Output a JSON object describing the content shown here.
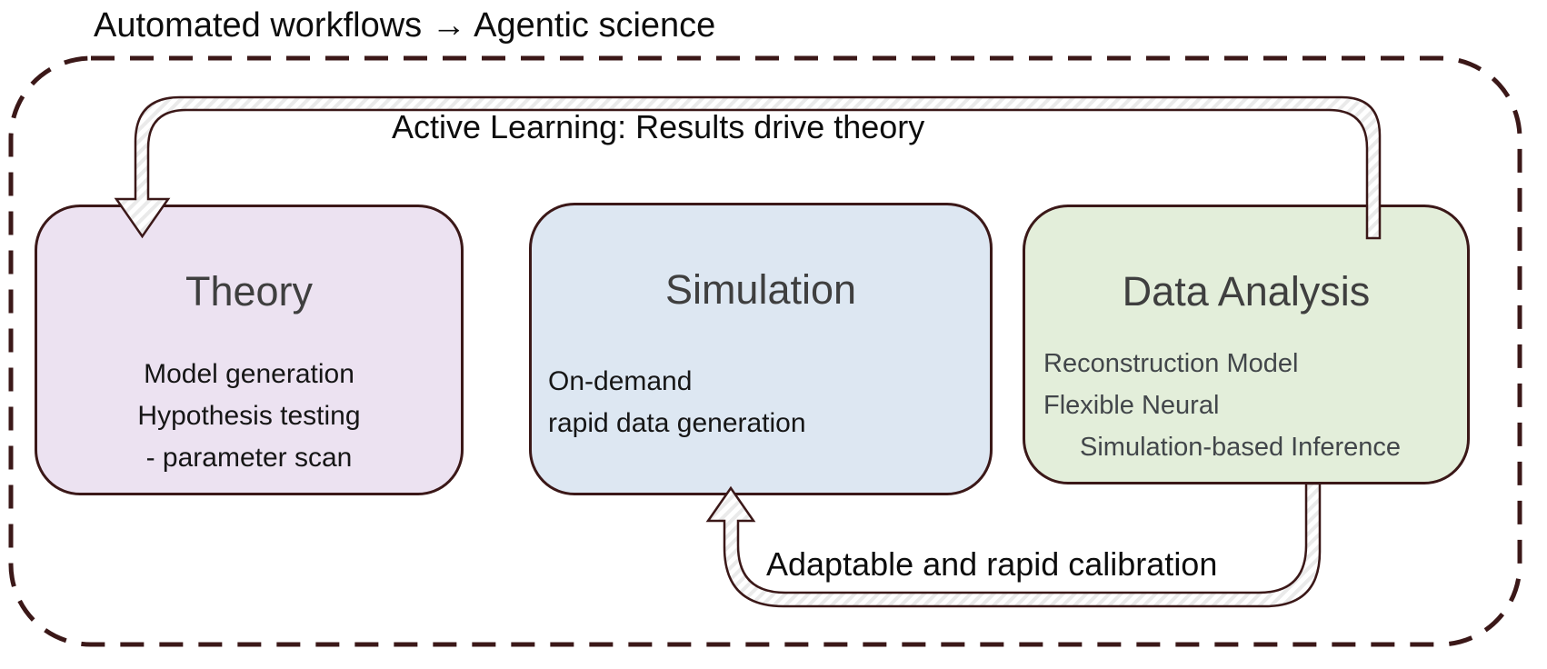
{
  "title": "Automated workflows → Agentic science",
  "outer_frame": {
    "style": "dashed rounded rectangle",
    "border_color": "#3b1818"
  },
  "arrows": {
    "top": {
      "label": "Active Learning: Results drive theory",
      "from": "Data Analysis",
      "to": "Theory",
      "outline_color": "#3b1818",
      "fill": "white with light diagonal hatch"
    },
    "bottom": {
      "label": "Adaptable and rapid calibration",
      "from": "Data Analysis",
      "to": "Simulation",
      "outline_color": "#3b1818",
      "fill": "white with light diagonal hatch"
    }
  },
  "boxes": [
    {
      "title": "Theory",
      "lines": [
        "Model generation",
        "Hypothesis testing",
        "- parameter scan"
      ],
      "fill": "#ece2f1",
      "border_color": "#3b1818"
    },
    {
      "title": "Simulation",
      "lines": [
        "On-demand",
        "rapid data generation"
      ],
      "fill": "#dde7f2",
      "border_color": "#3b1818"
    },
    {
      "title": "Data Analysis",
      "lines": [
        "Reconstruction Model",
        "Flexible Neural",
        "Simulation-based Inference"
      ],
      "fill": "#e3eeda",
      "border_color": "#3b1818"
    }
  ],
  "text_colors": {
    "title": "#0d0d0d",
    "box_title": "#3f3f3f",
    "body_dark": "#161616",
    "body_gray": "#42464a",
    "arrow_label": "#0d0d0d",
    "hatch_stripe": "#eaeaea"
  }
}
